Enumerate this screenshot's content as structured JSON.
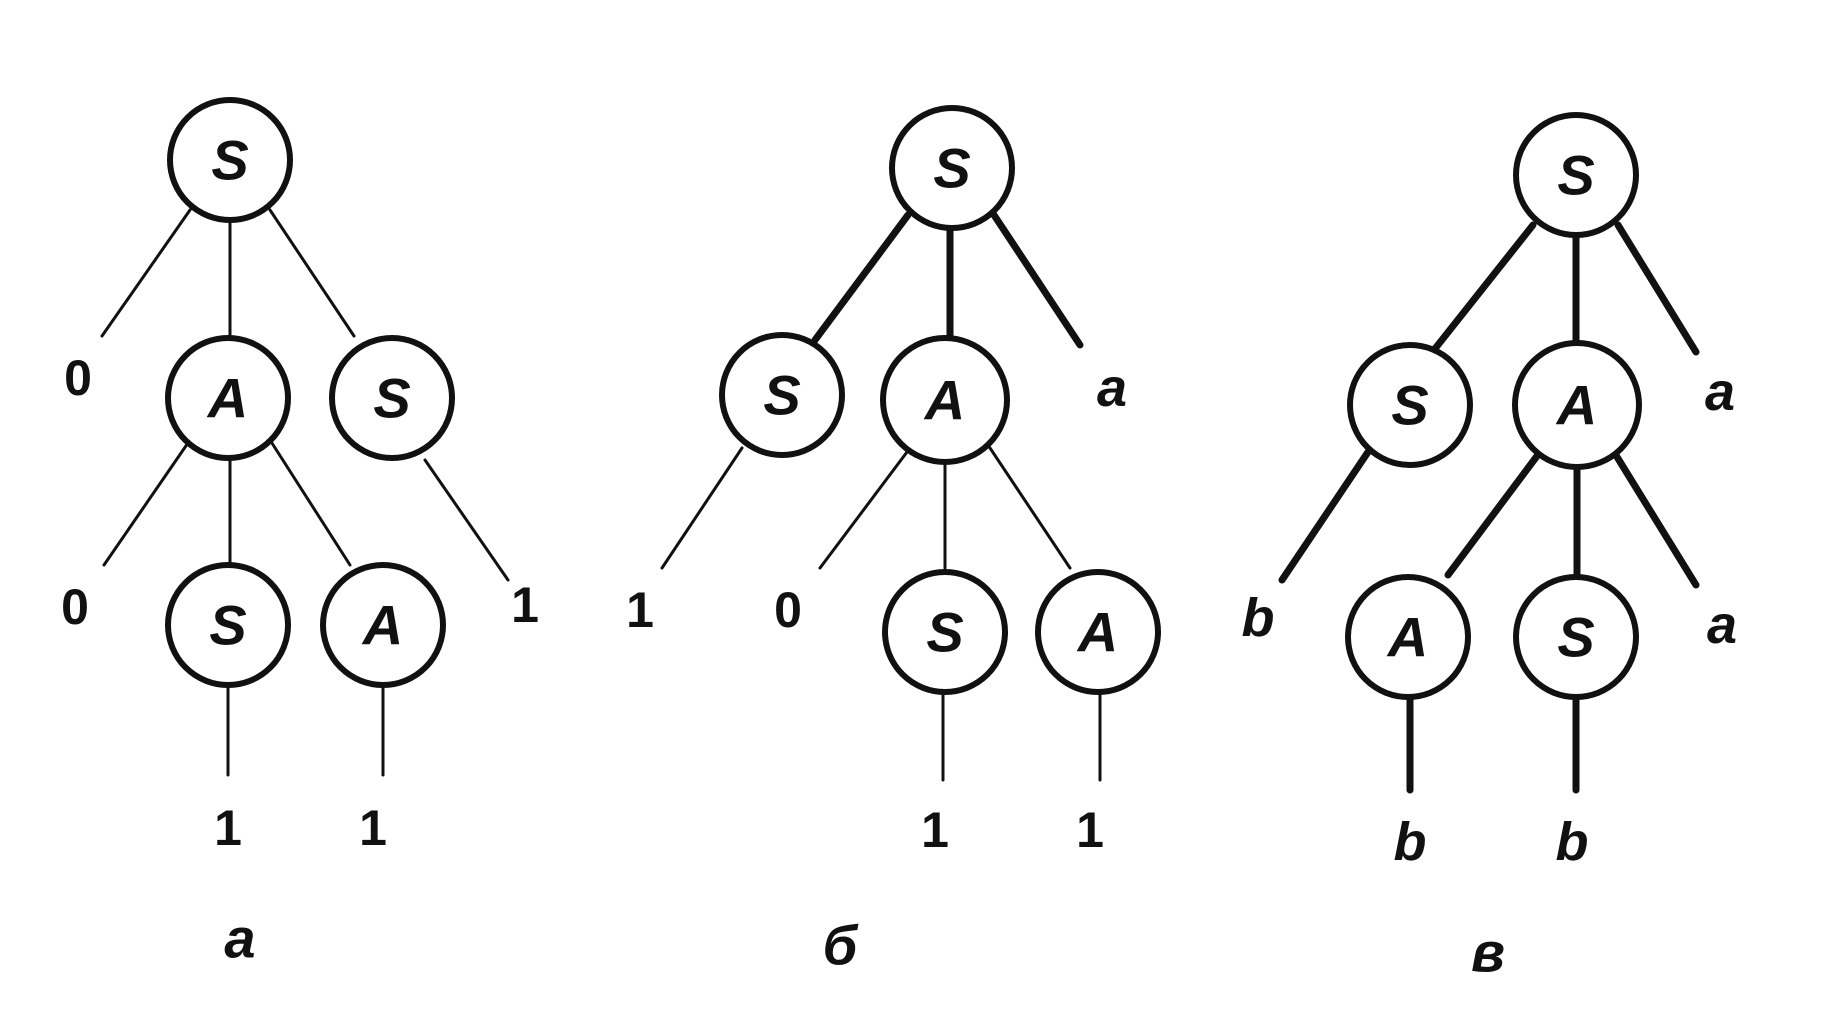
{
  "trees": [
    {
      "id": "a",
      "caption": "а",
      "nodes": {
        "root": "S",
        "left_leaf": "0",
        "mid": "A",
        "right": "S",
        "mid_left_leaf": "0",
        "mid_mid": "S",
        "mid_right": "A",
        "right_leaf": "1",
        "mid_mid_leaf": "1",
        "mid_right_leaf": "1"
      }
    },
    {
      "id": "b",
      "caption": "б",
      "nodes": {
        "root": "S",
        "left": "S",
        "mid": "A",
        "right_leaf": "a",
        "left_leaf": "1",
        "mid_left_leaf": "0",
        "mid_mid": "S",
        "mid_right": "A",
        "mid_mid_leaf": "1",
        "mid_right_leaf": "1"
      }
    },
    {
      "id": "c",
      "caption": "в",
      "nodes": {
        "root": "S",
        "left": "S",
        "mid": "A",
        "right_leaf": "a",
        "left_leaf": "b",
        "mid_left": "A",
        "mid_mid": "S",
        "mid_right_leaf": "a",
        "mid_left_leaf": "b",
        "mid_mid_leaf": "b"
      }
    }
  ]
}
